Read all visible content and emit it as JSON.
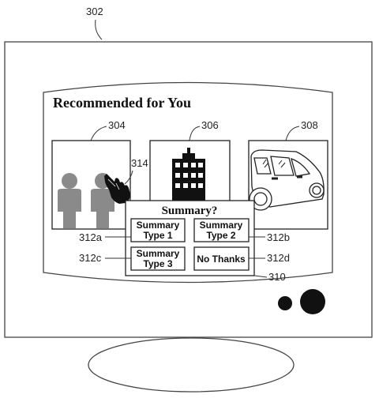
{
  "labels": {
    "monitor": "302",
    "image_people": "304",
    "image_building": "306",
    "image_car": "308",
    "popup": "310",
    "pointer": "314",
    "button_type1": "312a",
    "button_type2": "312b",
    "button_type3": "312c",
    "button_no_thanks": "312d"
  },
  "screen": {
    "heading": "Recommended for You"
  },
  "popup": {
    "title": "Summary?",
    "buttons": [
      {
        "line1": "Summary",
        "line2": "Type 1"
      },
      {
        "line1": "Summary",
        "line2": "Type 2"
      },
      {
        "line1": "Summary",
        "line2": "Type 3"
      },
      {
        "line1": "No Thanks",
        "line2": ""
      }
    ]
  },
  "icons": {
    "pointer": "pointing-hand-icon",
    "people": "people-icon",
    "building": "building-icon",
    "car": "car-icon"
  }
}
